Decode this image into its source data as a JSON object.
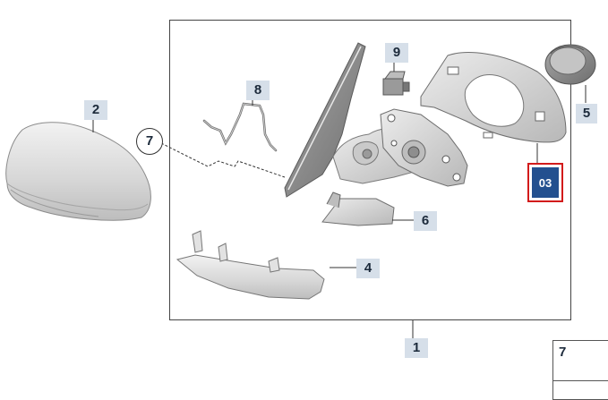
{
  "labels": {
    "l1": "1",
    "l2": "2",
    "l4": "4",
    "l5": "5",
    "l6": "6",
    "l7_circle": "7",
    "l8": "8",
    "l9": "9",
    "selected": "03",
    "kit_number": "7"
  },
  "colors": {
    "label_bg": "#d6dfe9",
    "selected_bg": "#23508f",
    "selected_border": "#d21b1b",
    "part_fill": "#dcdcdc"
  }
}
